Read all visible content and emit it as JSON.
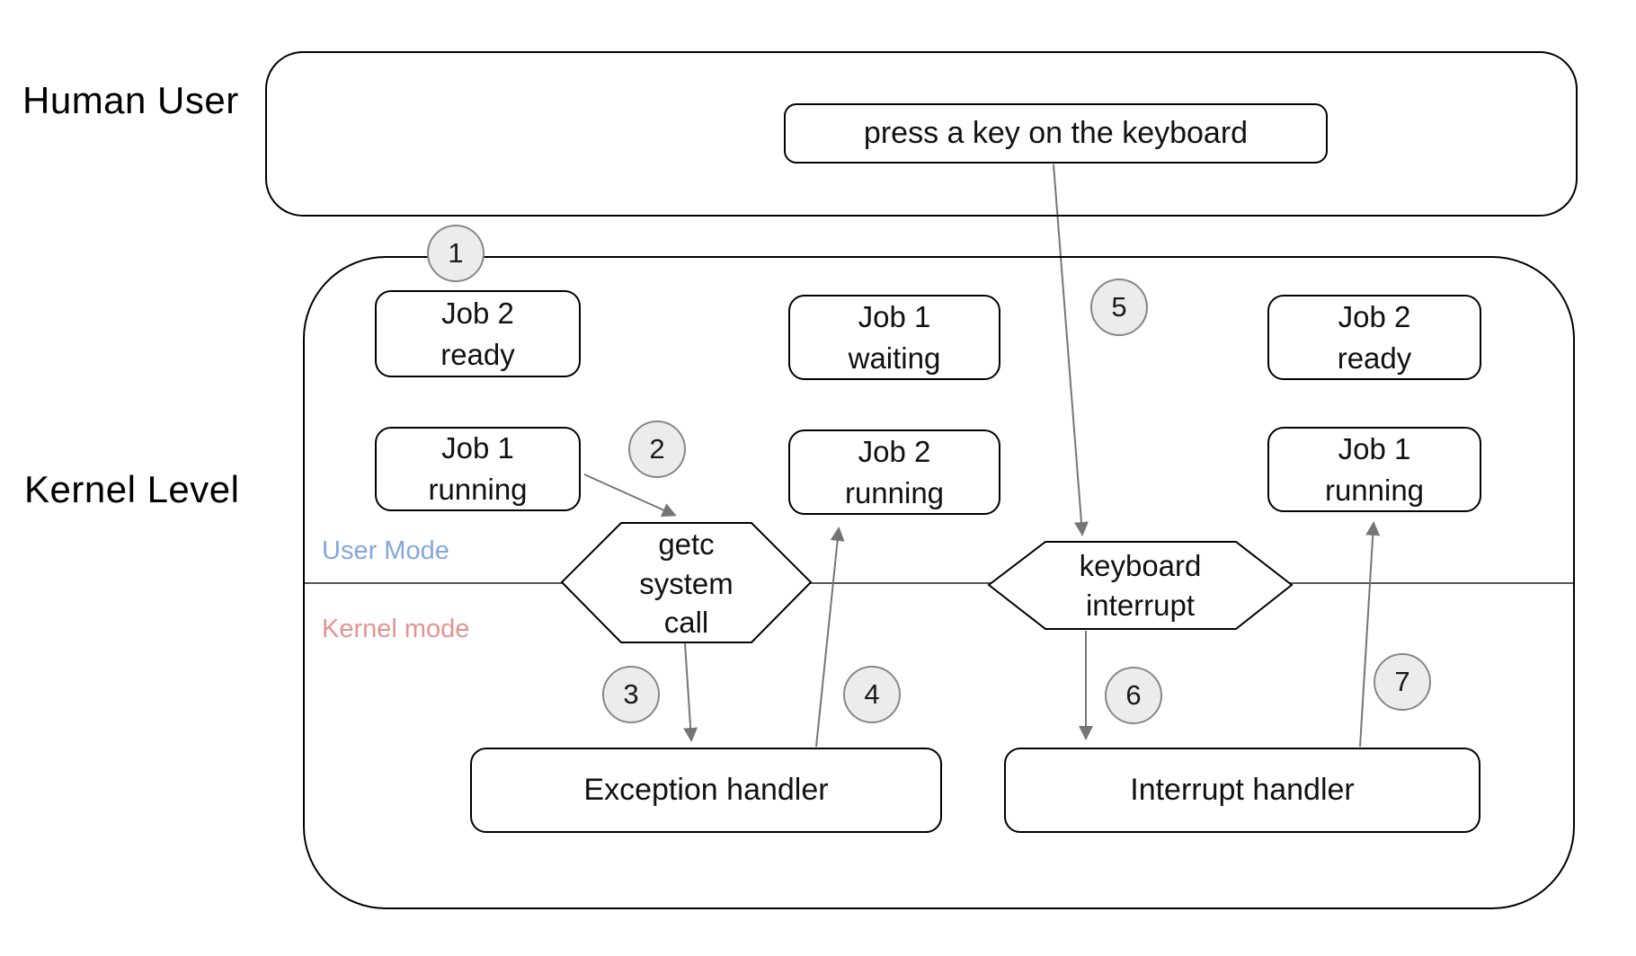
{
  "labels": {
    "human_user": "Human User",
    "kernel_level": "Kernel Level"
  },
  "mode": {
    "user_label": "User Mode",
    "kernel_label": "Kernel mode",
    "user_color": "#84a7da",
    "kernel_color": "#e29492"
  },
  "action_box": {
    "label": "press a key on the keyboard"
  },
  "job_boxes": {
    "left_top": {
      "line1": "Job 2",
      "line2": "ready"
    },
    "left_bottom": {
      "line1": "Job 1",
      "line2": "running"
    },
    "mid_top": {
      "line1": "Job 1",
      "line2": "waiting"
    },
    "mid_bottom": {
      "line1": "Job 2",
      "line2": "running"
    },
    "right_top": {
      "line1": "Job 2",
      "line2": "ready"
    },
    "right_bottom": {
      "line1": "Job 1",
      "line2": "running"
    }
  },
  "hexagons": {
    "getc": {
      "line1": "getc",
      "line2": "system",
      "line3": "call"
    },
    "keyboard": {
      "line1": "keyboard",
      "line2": "interrupt"
    }
  },
  "handlers": {
    "exception": {
      "label": "Exception handler"
    },
    "interrupt": {
      "label": "Interrupt handler"
    }
  },
  "steps": [
    "1",
    "2",
    "3",
    "4",
    "5",
    "6",
    "7"
  ],
  "colors": {
    "shape_stroke": "#000000",
    "arrow": "#757575",
    "mode_line": "#555555",
    "step_fill": "#ececec",
    "step_stroke": "#878787"
  }
}
